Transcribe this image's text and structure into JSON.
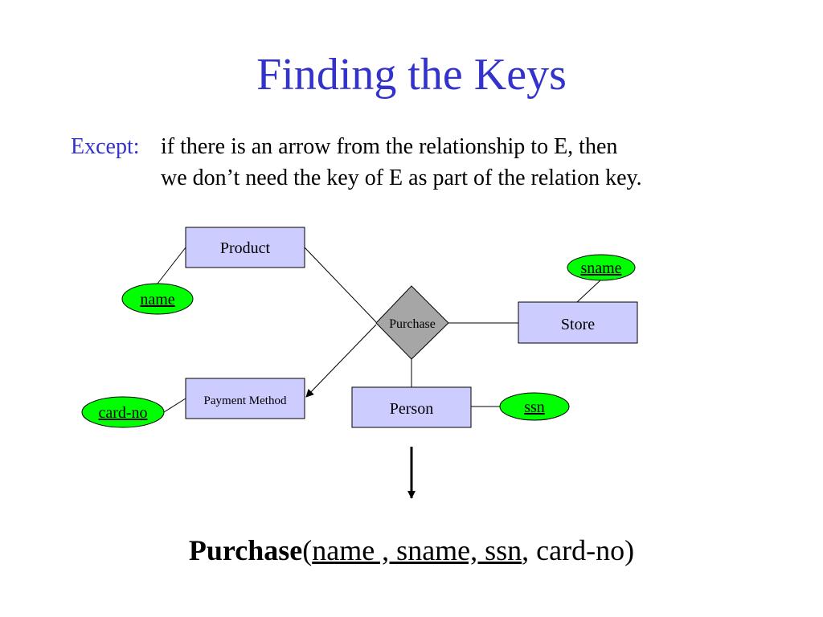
{
  "title": "Finding the Keys",
  "except": {
    "label": "Except:",
    "line1": "if there is an arrow from the relationship to E, then",
    "line2": "we don’t need the key of E as part of the relation key."
  },
  "diagram": {
    "entities": {
      "product": "Product",
      "store": "Store",
      "payment_method": "Payment Method",
      "person": "Person"
    },
    "relationship": "Purchase",
    "attributes": {
      "name": "name",
      "sname": "sname",
      "card_no": "card-no",
      "ssn": "ssn"
    }
  },
  "schema": {
    "relation": "Purchase",
    "open_paren": "(",
    "key_attrs": "name , sname, ssn",
    "rest": ", card-no)"
  },
  "colors": {
    "title": "#3333cc",
    "entity_fill": "#ccccff",
    "attribute_fill": "#00ff00",
    "relationship_fill": "#a6a6a6"
  }
}
